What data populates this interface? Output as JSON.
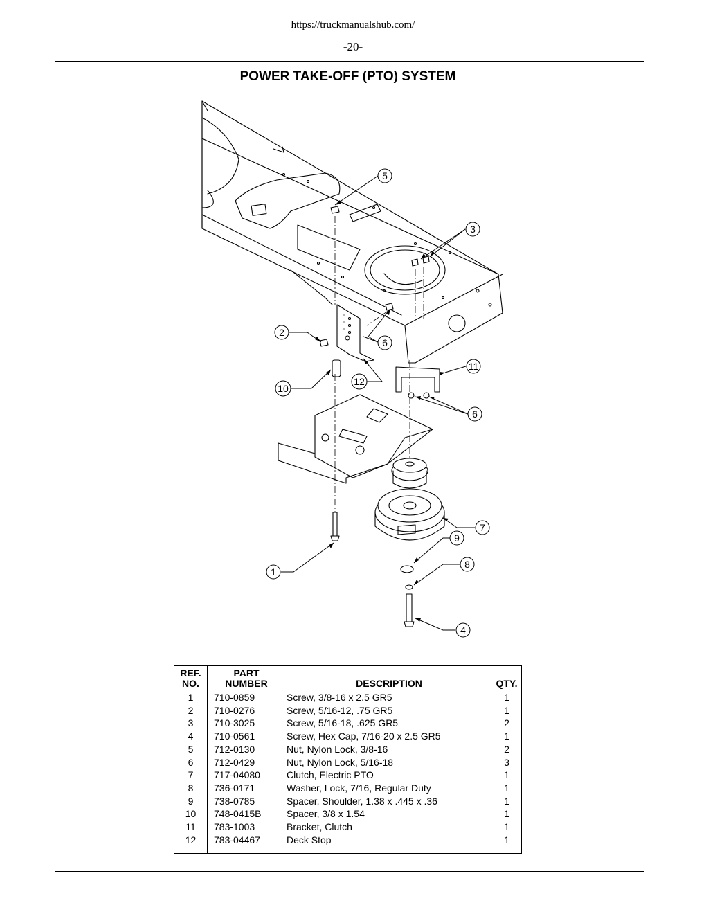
{
  "header": {
    "url": "https://truckmanualshub.com/",
    "page_number": "-20-"
  },
  "title": "POWER TAKE-OFF (PTO) SYSTEM",
  "diagram": {
    "callouts": [
      "5",
      "3",
      "2",
      "6",
      "11",
      "10",
      "12",
      "6",
      "7",
      "9",
      "8",
      "1",
      "4"
    ]
  },
  "table": {
    "headers": {
      "ref_line1": "REF.",
      "ref_line2": "NO.",
      "part_line1": "PART",
      "part_line2": "NUMBER",
      "description": "DESCRIPTION",
      "qty": "QTY."
    },
    "rows": [
      {
        "ref": "1",
        "part": "710-0859",
        "desc": "Screw, 3/8-16 x 2.5 GR5",
        "qty": "1"
      },
      {
        "ref": "2",
        "part": "710-0276",
        "desc": "Screw, 5/16-12, .75 GR5",
        "qty": "1"
      },
      {
        "ref": "3",
        "part": "710-3025",
        "desc": "Screw, 5/16-18, .625 GR5",
        "qty": "2"
      },
      {
        "ref": "4",
        "part": "710-0561",
        "desc": "Screw, Hex Cap, 7/16-20 x 2.5 GR5",
        "qty": "1"
      },
      {
        "ref": "5",
        "part": "712-0130",
        "desc": "Nut, Nylon Lock, 3/8-16",
        "qty": "2"
      },
      {
        "ref": "6",
        "part": "712-0429",
        "desc": "Nut, Nylon Lock, 5/16-18",
        "qty": "3"
      },
      {
        "ref": "7",
        "part": "717-04080",
        "desc": "Clutch, Electric PTO",
        "qty": "1"
      },
      {
        "ref": "8",
        "part": "736-0171",
        "desc": "Washer, Lock, 7/16, Regular Duty",
        "qty": "1"
      },
      {
        "ref": "9",
        "part": "738-0785",
        "desc": "Spacer, Shoulder, 1.38 x .445 x .36",
        "qty": "1"
      },
      {
        "ref": "10",
        "part": "748-0415B",
        "desc": "Spacer, 3/8 x 1.54",
        "qty": "1"
      },
      {
        "ref": "11",
        "part": "783-1003",
        "desc": "Bracket, Clutch",
        "qty": "1"
      },
      {
        "ref": "12",
        "part": "783-04467",
        "desc": "Deck Stop",
        "qty": "1"
      }
    ]
  }
}
